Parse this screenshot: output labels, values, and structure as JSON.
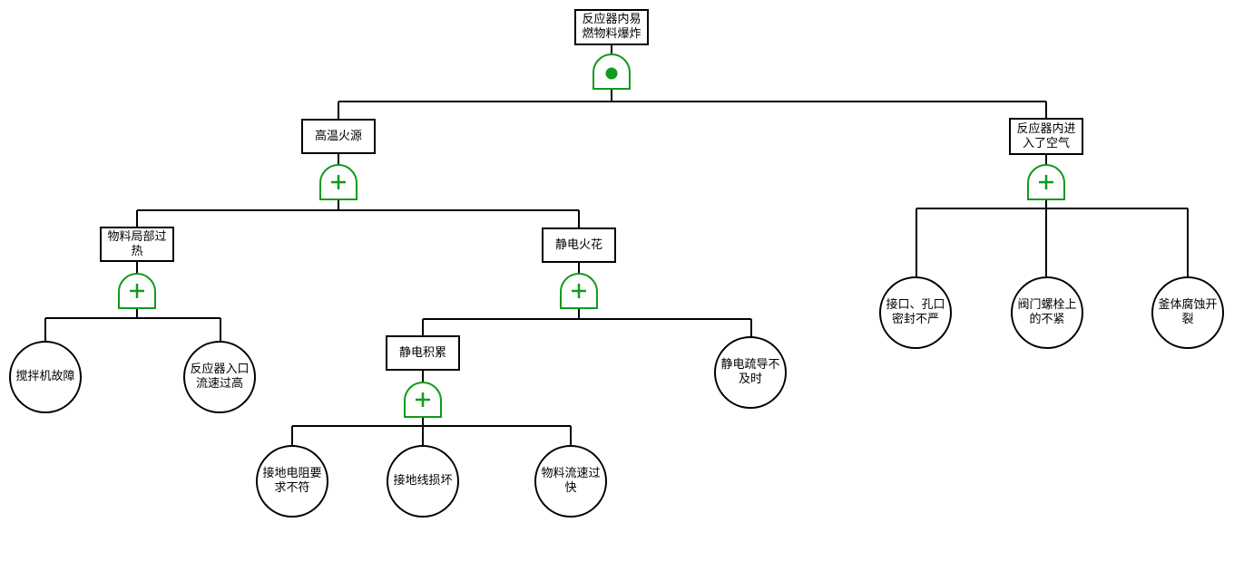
{
  "diagram": {
    "kind": "fault-tree-analysis",
    "top_event": "反应器内易燃物料爆炸"
  },
  "colors": {
    "gate_green": "#129a1c",
    "line_black": "#000000",
    "node_fill": "#ffffff",
    "node_border": "#000000",
    "background": "#ffffff"
  },
  "nodes": [
    {
      "id": "root",
      "shape": "rect",
      "label": "反应器内易\n燃物料爆炸"
    },
    {
      "id": "heat",
      "shape": "rect",
      "label": "高温火源"
    },
    {
      "id": "air",
      "shape": "rect",
      "label": "反应器内进\n入了空气"
    },
    {
      "id": "overheat",
      "shape": "rect",
      "label": "物料局部过\n热"
    },
    {
      "id": "spark",
      "shape": "rect",
      "label": "静电火花"
    },
    {
      "id": "accum",
      "shape": "rect",
      "label": "静电积累"
    },
    {
      "id": "mixer",
      "shape": "circle",
      "label": "搅拌机故障"
    },
    {
      "id": "inlet",
      "shape": "circle",
      "label": "反应器入口\n流速过高"
    },
    {
      "id": "dissipation",
      "shape": "circle",
      "label": "静电疏导不\n及时"
    },
    {
      "id": "ground_res",
      "shape": "circle",
      "label": "接地电阻要\n求不符"
    },
    {
      "id": "ground_wire",
      "shape": "circle",
      "label": "接地线损坏"
    },
    {
      "id": "flow_fast",
      "shape": "circle",
      "label": "物料流速过\n快"
    },
    {
      "id": "seal",
      "shape": "circle",
      "label": "接口、孔口\n密封不严"
    },
    {
      "id": "valve",
      "shape": "circle",
      "label": "阀门螺栓上\n的不紧"
    },
    {
      "id": "corrosion",
      "shape": "circle",
      "label": "釜体腐蚀开\n裂"
    }
  ],
  "gates": [
    {
      "under": "root",
      "type": "AND",
      "symbol": "●"
    },
    {
      "under": "heat",
      "type": "OR",
      "symbol": "+"
    },
    {
      "under": "air",
      "type": "OR",
      "symbol": "+"
    },
    {
      "under": "overheat",
      "type": "OR",
      "symbol": "+"
    },
    {
      "under": "spark",
      "type": "OR",
      "symbol": "+"
    },
    {
      "under": "accum",
      "type": "OR",
      "symbol": "+"
    }
  ],
  "edges": [
    [
      "root",
      "heat"
    ],
    [
      "root",
      "air"
    ],
    [
      "heat",
      "overheat"
    ],
    [
      "heat",
      "spark"
    ],
    [
      "overheat",
      "mixer"
    ],
    [
      "overheat",
      "inlet"
    ],
    [
      "spark",
      "accum"
    ],
    [
      "spark",
      "dissipation"
    ],
    [
      "accum",
      "ground_res"
    ],
    [
      "accum",
      "ground_wire"
    ],
    [
      "accum",
      "flow_fast"
    ],
    [
      "air",
      "seal"
    ],
    [
      "air",
      "valve"
    ],
    [
      "air",
      "corrosion"
    ]
  ]
}
